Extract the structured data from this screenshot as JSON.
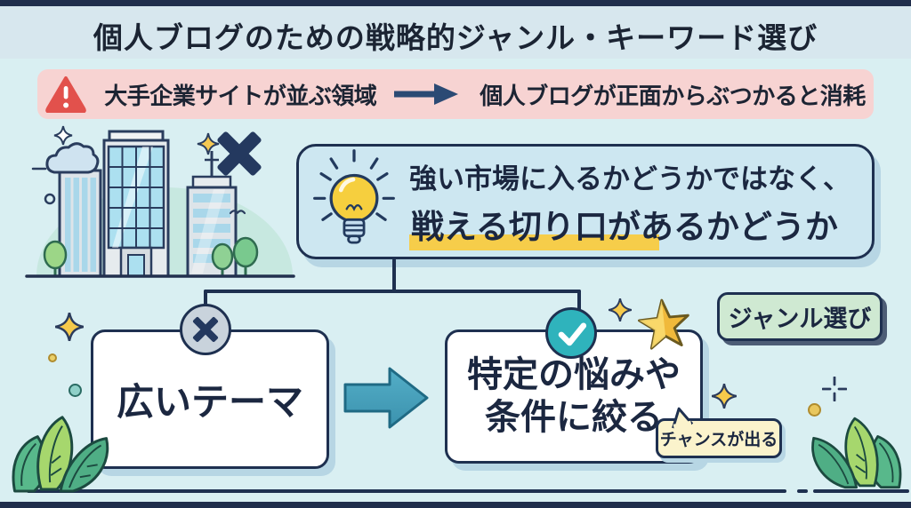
{
  "page": {
    "title": "個人ブログのための戦略的ジャンル・キーワード選び"
  },
  "warning_banner": {
    "left_text": "大手企業サイトが並ぶ領域",
    "right_text": "個人ブログが正面からぶつかると消耗"
  },
  "insight": {
    "line1": "強い市場に入るかどうかではなく、",
    "line2_highlighted": "戦える切り口",
    "line2_rest": "があるかどうか"
  },
  "comparison": {
    "bad_option": "広いテーマ",
    "good_option_line1": "特定の悩みや",
    "good_option_line2": "条件に絞る"
  },
  "labels": {
    "genre_tag": "ジャンル選び",
    "chance_note": "チャンスが出る"
  },
  "icons": {
    "warning_icon": "⚠",
    "arrow_right_icon": "→",
    "cross_icon": "✕",
    "check_icon": "✓",
    "lightbulb_icon": "💡",
    "star_icon": "★",
    "sparkle_icon": "✦",
    "city_illustration": "🏢",
    "plant_illustration": "🌿"
  },
  "colors": {
    "background": "#d9eff2",
    "border_strip_navy": "#202e4c",
    "outline_navy": "#1e3050",
    "warning_bg_pink": "#f7d3d2",
    "warning_red": "#e2514c",
    "banner_arrow_navy": "#2b4a74",
    "bubble_bg_blue": "#cde7f1",
    "highlight_yellow": "#f6cd4a",
    "bulb_yellow": "#f6cf3e",
    "flow_arrow_teal": "#49a6c1",
    "check_teal": "#2fb3bc",
    "reject_gray": "#c9d3dc",
    "genre_tag_green": "#cfe9d2",
    "chance_bubble_yellow": "#fbf3cc",
    "star_gold": "#f0b93b",
    "leaf_green": "#58b88b"
  }
}
